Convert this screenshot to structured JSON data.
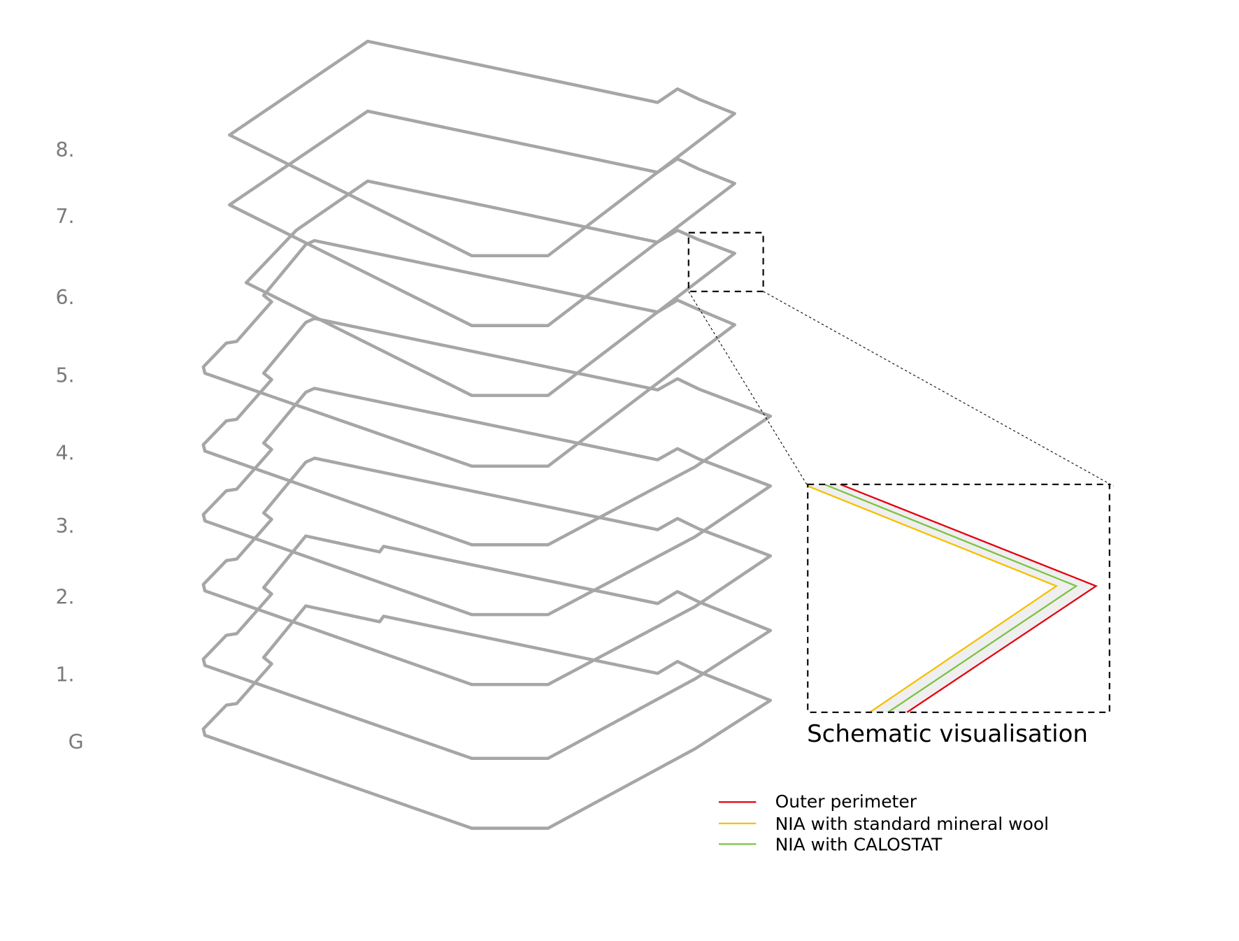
{
  "levels": [
    "8.",
    "7.",
    "6.",
    "5.",
    "4.",
    "3.",
    "2.",
    "1.",
    "G"
  ],
  "detail": {
    "caption": "Schematic visualisation"
  },
  "legend": [
    {
      "label": "Outer perimeter",
      "color": "#e3000f"
    },
    {
      "label": "NIA with standard mineral wool",
      "color": "#f5c000"
    },
    {
      "label": "NIA with CALOSTAT",
      "color": "#7dc242"
    }
  ],
  "colors": {
    "floor_outline": "#a6a6a6",
    "insulation_fill": "#efefef"
  }
}
